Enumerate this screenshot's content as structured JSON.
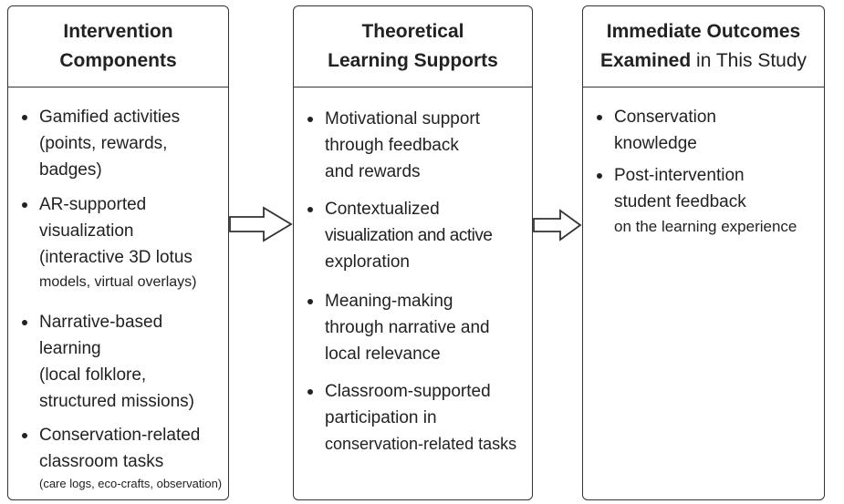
{
  "columns": [
    {
      "title_lines": [
        "Intervention",
        "Components"
      ],
      "items": [
        {
          "lines": [
            "Gamified activities",
            "(points, rewards,",
            "badges)"
          ]
        },
        {
          "lines": [
            "AR-supported",
            "visualization",
            "(interactive 3D lotus"
          ],
          "small_line": "models, virtual overlays)"
        },
        {
          "lines": [
            "Narrative-based",
            "learning",
            "(local folklore,",
            "structured missions)"
          ]
        },
        {
          "lines": [
            "Conservation-related",
            "classroom tasks"
          ],
          "tiny_line": "(care logs, eco-crafts, observation)"
        }
      ]
    },
    {
      "title_lines": [
        "Theoretical",
        "Learning Supports"
      ],
      "items": [
        {
          "lines": [
            "Motivational support",
            "through feedback",
            "and rewards"
          ]
        },
        {
          "lines": [
            "Contextualized",
            "visualization and active",
            "exploration"
          ]
        },
        {
          "lines": [
            "Meaning-making",
            "through narrative and",
            "local relevance"
          ]
        },
        {
          "lines": [
            "Classroom-supported",
            "participation in",
            "conservation-related tasks"
          ]
        }
      ]
    },
    {
      "title_line1": "Immediate Outcomes",
      "title_line2_bold": "Examined",
      "title_line2_rest": " in This Study",
      "items": [
        {
          "lines": [
            "Conservation",
            "knowledge"
          ]
        },
        {
          "lines": [
            "Post-intervention",
            "student feedback"
          ],
          "small_line": "on the learning experience"
        }
      ]
    }
  ]
}
